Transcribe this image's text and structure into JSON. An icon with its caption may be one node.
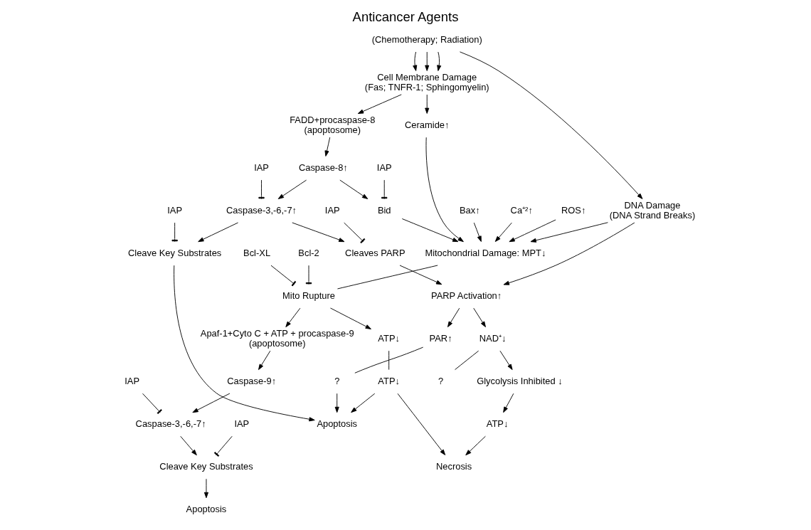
{
  "diagram": {
    "title": "Anticancer Agents",
    "nodes": [
      {
        "text": [
          "(Chemotherapy; Radiation)"
        ]
      },
      {
        "text": [
          "Cell Membrane Damage",
          "(Fas; TNFR-1; Sphingomyelin)"
        ]
      },
      {
        "text": [
          "Ceramide↑"
        ]
      },
      {
        "text": [
          "Bax↑"
        ]
      },
      {
        "text": [
          "Ca⁺²↑"
        ]
      },
      {
        "text": [
          "ROS↑"
        ]
      },
      {
        "text": [
          "Mitochondrial Damage: MPT↓"
        ]
      },
      {
        "text": [
          "DNA Damage",
          "(DNA Strand Breaks)"
        ]
      },
      {
        "text": [
          "Bcl-XL"
        ]
      },
      {
        "text": [
          "Mito Rupture"
        ]
      },
      {
        "text": [
          "Bcl-2"
        ]
      },
      {
        "text": [
          "PARP Activation↑"
        ]
      },
      {
        "text": [
          "Cleaves PARP"
        ]
      },
      {
        "text": [
          "IAP"
        ]
      },
      {
        "text": [
          "FADD+procaspase-8",
          "(apoptosome)"
        ]
      },
      {
        "text": [
          "Apaf-1+Cyto C + ATP + procaspase-9",
          "(apoptosome)"
        ]
      },
      {
        "text": [
          "NAD⁺↓"
        ]
      },
      {
        "text": [
          "PAR↑"
        ]
      },
      {
        "text": [
          "ATP↓"
        ]
      },
      {
        "text": [
          "IAP"
        ]
      },
      {
        "text": [
          "Glycolysis Inhibited ↓"
        ]
      },
      {
        "text": [
          "Caspase-8↑"
        ]
      },
      {
        "text": [
          "Bid"
        ]
      },
      {
        "text": [
          "?"
        ]
      },
      {
        "text": [
          "IAP"
        ]
      },
      {
        "text": [
          "Caspase-9↑"
        ]
      },
      {
        "text": [
          "IAP"
        ]
      },
      {
        "text": [
          "?"
        ]
      },
      {
        "text": [
          "ATP↓"
        ]
      },
      {
        "text": [
          "ATP↓"
        ]
      },
      {
        "text": [
          "Caspase-3,-6,-7↑"
        ]
      },
      {
        "text": [
          "Caspase-3,-6,-7↑"
        ]
      },
      {
        "text": [
          "IAP"
        ]
      },
      {
        "text": [
          "IAP"
        ]
      },
      {
        "text": [
          "Necrosis"
        ]
      },
      {
        "text": [
          "Cleave Key Substrates"
        ]
      },
      {
        "text": [
          "Cleave Key Substrates"
        ]
      },
      {
        "text": [
          "Apoptosis"
        ]
      },
      {
        "text": [
          "Apoptosis"
        ]
      }
    ],
    "edges": [
      {
        "from": 0,
        "to": 7,
        "arrow": "to"
      },
      {
        "from": 0,
        "to": 1,
        "arrow": "to"
      },
      {
        "from": 0,
        "to": 1,
        "arrow": "to"
      },
      {
        "from": 0,
        "to": 1,
        "arrow": "to"
      },
      {
        "from": 1,
        "to": 2,
        "arrow": "to"
      },
      {
        "from": 1,
        "to": 14,
        "arrow": "to"
      },
      {
        "from": 2,
        "to": 6,
        "arrow": "to"
      },
      {
        "from": 3,
        "to": 6,
        "arrow": "to"
      },
      {
        "from": 4,
        "to": 6,
        "arrow": "to"
      },
      {
        "from": 5,
        "to": 6,
        "arrow": "to"
      },
      {
        "from": 7,
        "to": 6,
        "arrow": "to"
      },
      {
        "from": 7,
        "to": 11,
        "arrow": "to"
      },
      {
        "from": 6,
        "to": 9,
        "arrow": "none"
      },
      {
        "from": 8,
        "to": 9,
        "arrow": "other"
      },
      {
        "from": 10,
        "to": 9,
        "arrow": "other"
      },
      {
        "from": 9,
        "to": 15,
        "arrow": "to"
      },
      {
        "from": 9,
        "to": 18,
        "arrow": "to"
      },
      {
        "from": 18,
        "to": 29,
        "arrow": "none"
      },
      {
        "from": 12,
        "to": 11,
        "arrow": "to"
      },
      {
        "from": 13,
        "to": 12,
        "arrow": "other"
      },
      {
        "from": 11,
        "to": 16,
        "arrow": "to"
      },
      {
        "from": 11,
        "to": 17,
        "arrow": "to"
      },
      {
        "from": 16,
        "to": 20,
        "arrow": "to"
      },
      {
        "from": 16,
        "to": 27,
        "arrow": "none"
      },
      {
        "from": 17,
        "to": 23,
        "arrow": "none"
      },
      {
        "from": 20,
        "to": 28,
        "arrow": "to"
      },
      {
        "from": 28,
        "to": 34,
        "arrow": "to"
      },
      {
        "from": 14,
        "to": 21,
        "arrow": "to"
      },
      {
        "from": 21,
        "to": 22,
        "arrow": "to"
      },
      {
        "from": 19,
        "to": 22,
        "arrow": "other"
      },
      {
        "from": 22,
        "to": 6,
        "arrow": "to"
      },
      {
        "from": 21,
        "to": 30,
        "arrow": "to"
      },
      {
        "from": 24,
        "to": 30,
        "arrow": "other"
      },
      {
        "from": 30,
        "to": 12,
        "arrow": "to"
      },
      {
        "from": 29,
        "to": 34,
        "arrow": "to"
      },
      {
        "from": 29,
        "to": 37,
        "arrow": "to"
      },
      {
        "from": 23,
        "to": 37,
        "arrow": "to"
      },
      {
        "from": 30,
        "to": 35,
        "arrow": "to"
      },
      {
        "from": 32,
        "to": 35,
        "arrow": "other"
      },
      {
        "from": 35,
        "to": 37,
        "arrow": "to"
      },
      {
        "from": 15,
        "to": 25,
        "arrow": "to"
      },
      {
        "from": 25,
        "to": 31,
        "arrow": "to"
      },
      {
        "from": 26,
        "to": 31,
        "arrow": "other"
      },
      {
        "from": 31,
        "to": 36,
        "arrow": "to"
      },
      {
        "from": 33,
        "to": 36,
        "arrow": "other"
      },
      {
        "from": 36,
        "to": 38,
        "arrow": "to"
      }
    ]
  }
}
